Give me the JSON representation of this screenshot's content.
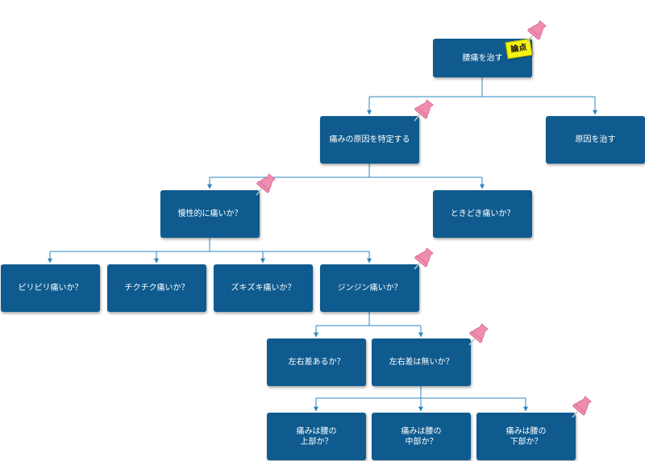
{
  "nodes": {
    "root": "腰痛を治す",
    "identify_cause": "痛みの原因を特定する",
    "cure_cause": "原因を治す",
    "chronic": "慢性的に痛いか？",
    "occasional": "ときどき痛いか？",
    "piripiri": "ピリピリ痛いか？",
    "chikuchiku": "チクチク痛いか？",
    "zukizuki": "ズキズキ痛いか？",
    "jinjin": "ジンジン痛いか？",
    "lr_diff": "左右差あるか？",
    "no_lr_diff": "左右差は無いか？",
    "upper": "痛みは腰の\n上部か？",
    "middle": "痛みは腰の\n中部か？",
    "lower": "痛みは腰の\n下部か？"
  },
  "sticky_note": "論点",
  "colors": {
    "node_fill": "#0f5b8f",
    "connector": "#2e86c1",
    "pin": "#f08cb0",
    "sticky": "#f6f310"
  },
  "icons": [
    "pushpin-icon"
  ]
}
